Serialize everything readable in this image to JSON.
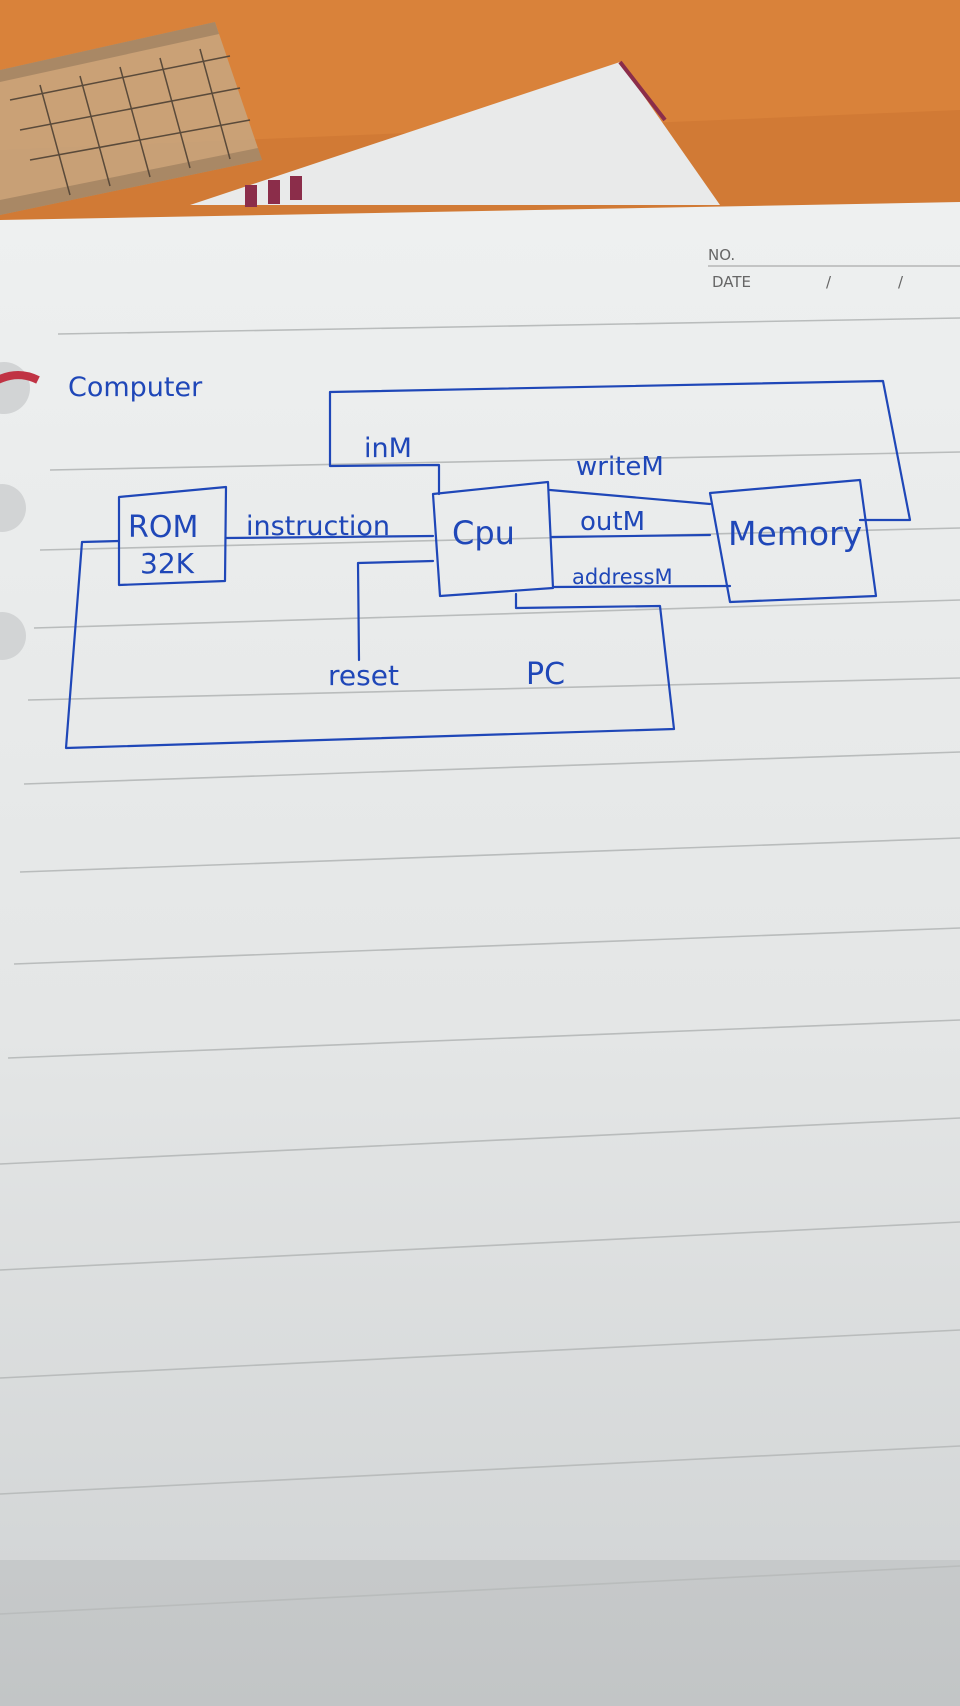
{
  "header": {
    "no_label": "NO.",
    "date_label": "DATE",
    "date_sep_1": "/",
    "date_sep_2": "/"
  },
  "diagram": {
    "title": "Computer",
    "rom_line1": "ROM",
    "rom_line2": "32K",
    "cpu": "Cpu",
    "memory": "Memory",
    "instruction": "instruction",
    "inM": "inM",
    "writeM": "writeM",
    "outM": "outM",
    "addressM": "addressM",
    "reset": "reset",
    "pc": "PC"
  },
  "colors": {
    "ink": "#1f47b8",
    "desk": "#d9823a",
    "paper": "#eceeee",
    "rule": "#b9bcbc"
  }
}
